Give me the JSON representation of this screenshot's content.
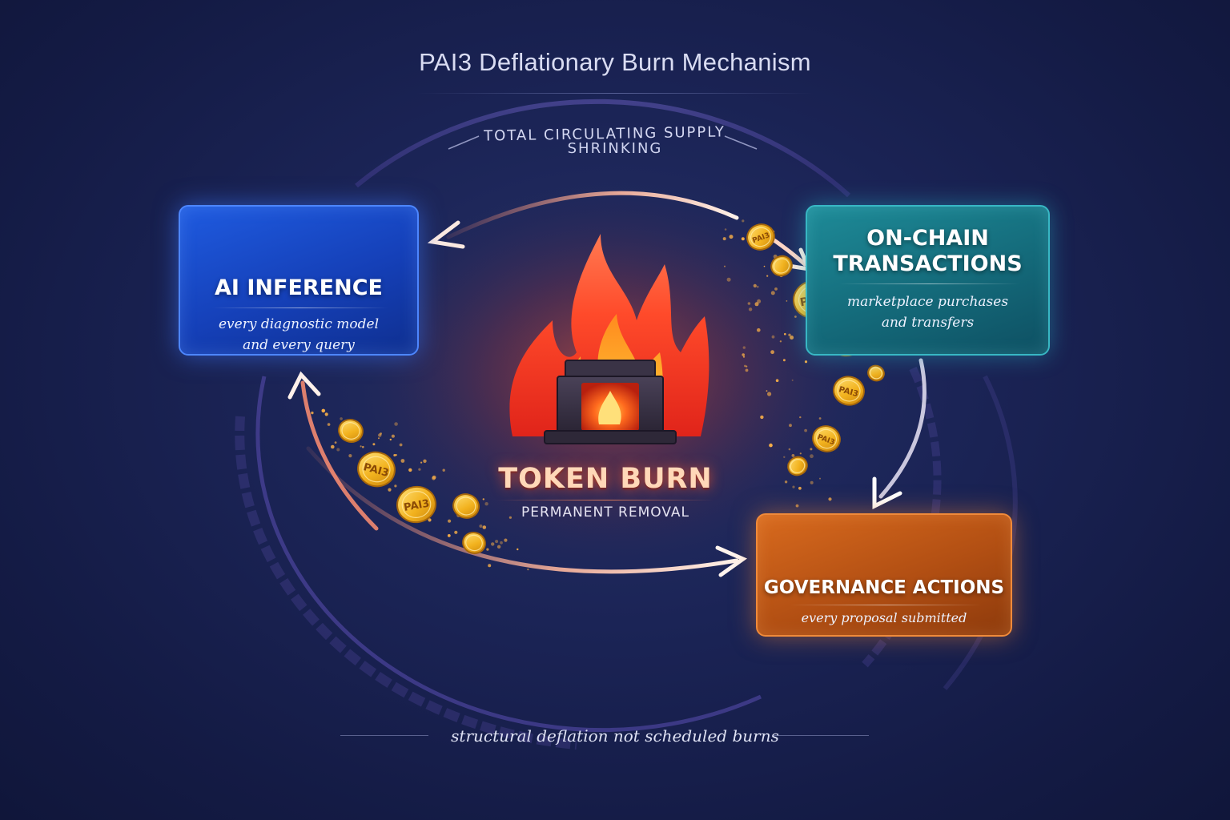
{
  "title": "PAI3 Deflationary Burn Mechanism",
  "supply": {
    "line1": "TOTAL CIRCULATING SUPPLY",
    "line2": "SHRINKING"
  },
  "center": {
    "title": "TOKEN BURN",
    "subtitle": "PERMANENT REMOVAL"
  },
  "cards": {
    "ai": {
      "title": "AI INFERENCE",
      "desc_line1": "every diagnostic model",
      "desc_line2": "and every query",
      "icon": "brain-icon",
      "color": "#1a4fd0"
    },
    "chain": {
      "title_line1": "ON-CHAIN",
      "title_line2": "TRANSACTIONS",
      "desc_line1": "marketplace purchases",
      "desc_line2": "and transfers",
      "color": "#177a88"
    },
    "gov": {
      "title": "GOVERNANCE ACTIONS",
      "desc": "every proposal submitted",
      "icon": "ballot-box-icon",
      "color": "#c85c18"
    }
  },
  "coin_label": "PAI3",
  "footer": "structural deflation not scheduled burns",
  "colors": {
    "background": "#1b2456",
    "flame": "#ff6a2a",
    "coin": "#f2b21e"
  }
}
